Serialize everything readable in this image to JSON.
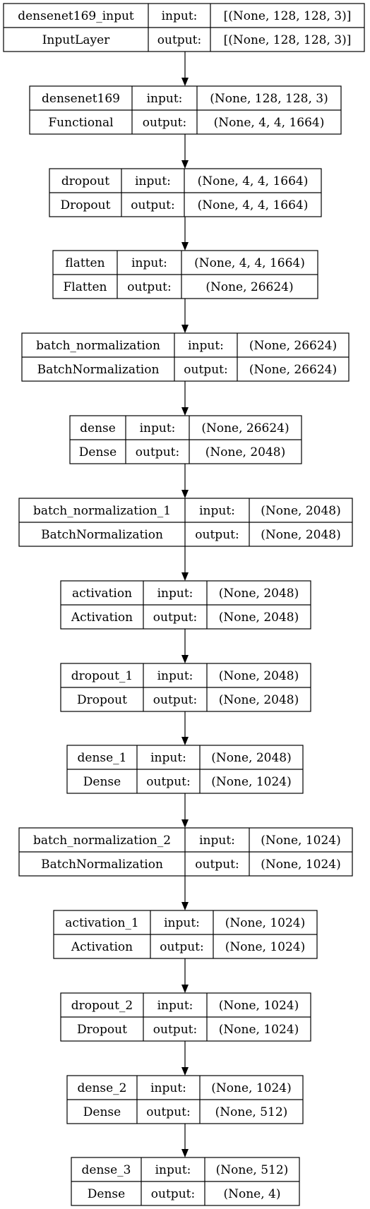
{
  "layers": [
    {
      "name": "densenet169_input",
      "type": "InputLayer",
      "input_label": "input:",
      "input_shape": "[(None, 128, 128, 3)]",
      "output_label": "output:",
      "output_shape": "[(None, 128, 128, 3)]"
    },
    {
      "name": "densenet169",
      "type": "Functional",
      "input_label": "input:",
      "input_shape": "(None, 128, 128, 3)",
      "output_label": "output:",
      "output_shape": "(None, 4, 4, 1664)"
    },
    {
      "name": "dropout",
      "type": "Dropout",
      "input_label": "input:",
      "input_shape": "(None, 4, 4, 1664)",
      "output_label": "output:",
      "output_shape": "(None, 4, 4, 1664)"
    },
    {
      "name": "flatten",
      "type": "Flatten",
      "input_label": "input:",
      "input_shape": "(None, 4, 4, 1664)",
      "output_label": "output:",
      "output_shape": "(None, 26624)"
    },
    {
      "name": "batch_normalization",
      "type": "BatchNormalization",
      "input_label": "input:",
      "input_shape": "(None, 26624)",
      "output_label": "output:",
      "output_shape": "(None, 26624)"
    },
    {
      "name": "dense",
      "type": "Dense",
      "input_label": "input:",
      "input_shape": "(None, 26624)",
      "output_label": "output:",
      "output_shape": "(None, 2048)"
    },
    {
      "name": "batch_normalization_1",
      "type": "BatchNormalization",
      "input_label": "input:",
      "input_shape": "(None, 2048)",
      "output_label": "output:",
      "output_shape": "(None, 2048)"
    },
    {
      "name": "activation",
      "type": "Activation",
      "input_label": "input:",
      "input_shape": "(None, 2048)",
      "output_label": "output:",
      "output_shape": "(None, 2048)"
    },
    {
      "name": "dropout_1",
      "type": "Dropout",
      "input_label": "input:",
      "input_shape": "(None, 2048)",
      "output_label": "output:",
      "output_shape": "(None, 2048)"
    },
    {
      "name": "dense_1",
      "type": "Dense",
      "input_label": "input:",
      "input_shape": "(None, 2048)",
      "output_label": "output:",
      "output_shape": "(None, 1024)"
    },
    {
      "name": "batch_normalization_2",
      "type": "BatchNormalization",
      "input_label": "input:",
      "input_shape": "(None, 1024)",
      "output_label": "output:",
      "output_shape": "(None, 1024)"
    },
    {
      "name": "activation_1",
      "type": "Activation",
      "input_label": "input:",
      "input_shape": "(None, 1024)",
      "output_label": "output:",
      "output_shape": "(None, 1024)"
    },
    {
      "name": "dropout_2",
      "type": "Dropout",
      "input_label": "input:",
      "input_shape": "(None, 1024)",
      "output_label": "output:",
      "output_shape": "(None, 1024)"
    },
    {
      "name": "dense_2",
      "type": "Dense",
      "input_label": "input:",
      "input_shape": "(None, 1024)",
      "output_label": "output:",
      "output_shape": "(None, 512)"
    },
    {
      "name": "dense_3",
      "type": "Dense",
      "input_label": "input:",
      "input_shape": "(None, 512)",
      "output_label": "output:",
      "output_shape": "(None, 4)"
    }
  ]
}
